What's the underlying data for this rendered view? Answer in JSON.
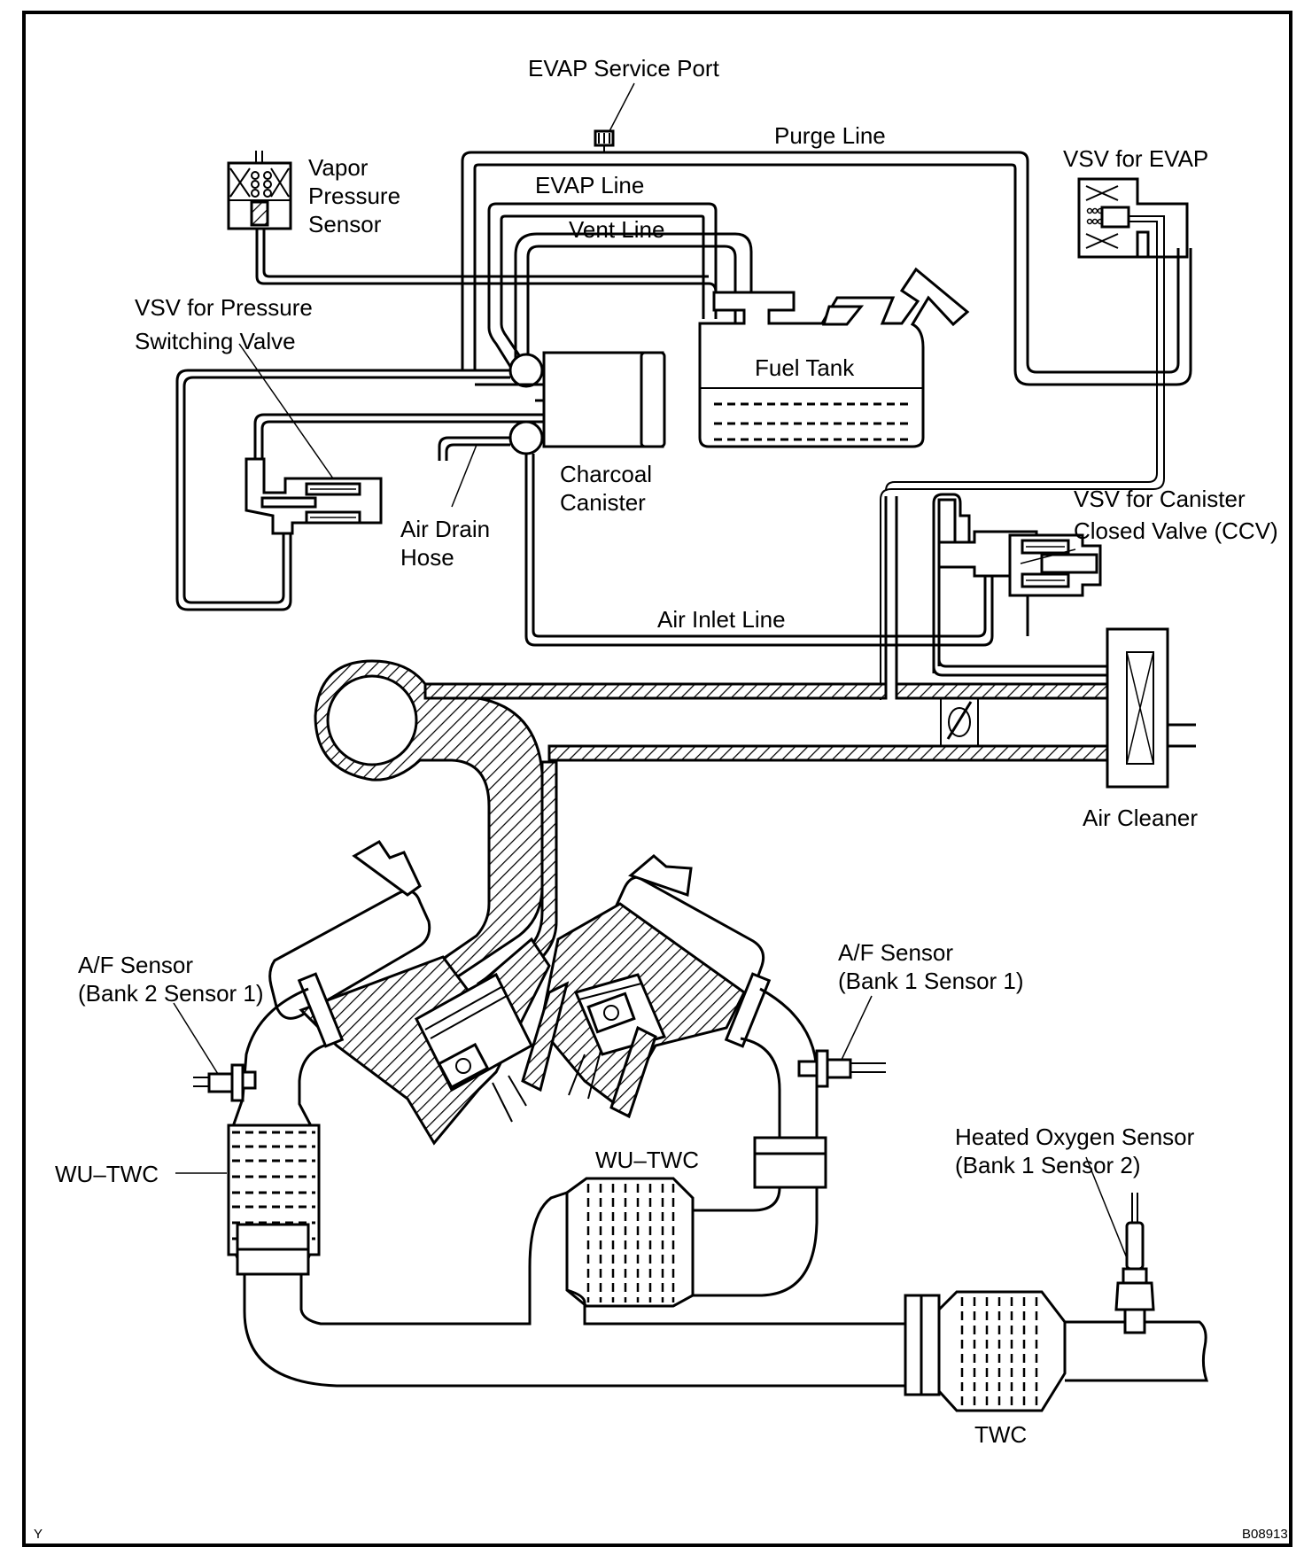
{
  "diagram": {
    "title": "EVAP System and Exhaust Layout",
    "labels": {
      "evap_service_port": "EVAP Service Port",
      "purge_line": "Purge Line",
      "vsv_for_evap": "VSV for EVAP",
      "vapor_pressure_sensor": [
        "Vapor",
        "Pressure",
        "Sensor"
      ],
      "evap_line": "EVAP Line",
      "vent_line": "Vent Line",
      "vsv_pressure_switching_valve": [
        "VSV for Pressure",
        "Switching Valve"
      ],
      "fuel_tank": "Fuel Tank",
      "charcoal_canister": [
        "Charcoal",
        "Canister"
      ],
      "air_drain_hose": [
        "Air Drain",
        "Hose"
      ],
      "vsv_ccv": [
        "VSV for Canister",
        "Closed Valve (CCV)"
      ],
      "air_inlet_line": "Air Inlet Line",
      "air_cleaner": "Air Cleaner",
      "af_sensor_bank2": [
        "A/F Sensor",
        "(Bank 2 Sensor 1)"
      ],
      "af_sensor_bank1": [
        "A/F Sensor",
        "(Bank 1 Sensor 1)"
      ],
      "wu_twc_left": "WU–TWC",
      "wu_twc_center": "WU–TWC",
      "heated_oxygen_sensor": [
        "Heated Oxygen Sensor",
        "(Bank 1 Sensor 2)"
      ],
      "twc": "TWC"
    },
    "corner_mark": "Y",
    "figure_code": "B08913"
  }
}
